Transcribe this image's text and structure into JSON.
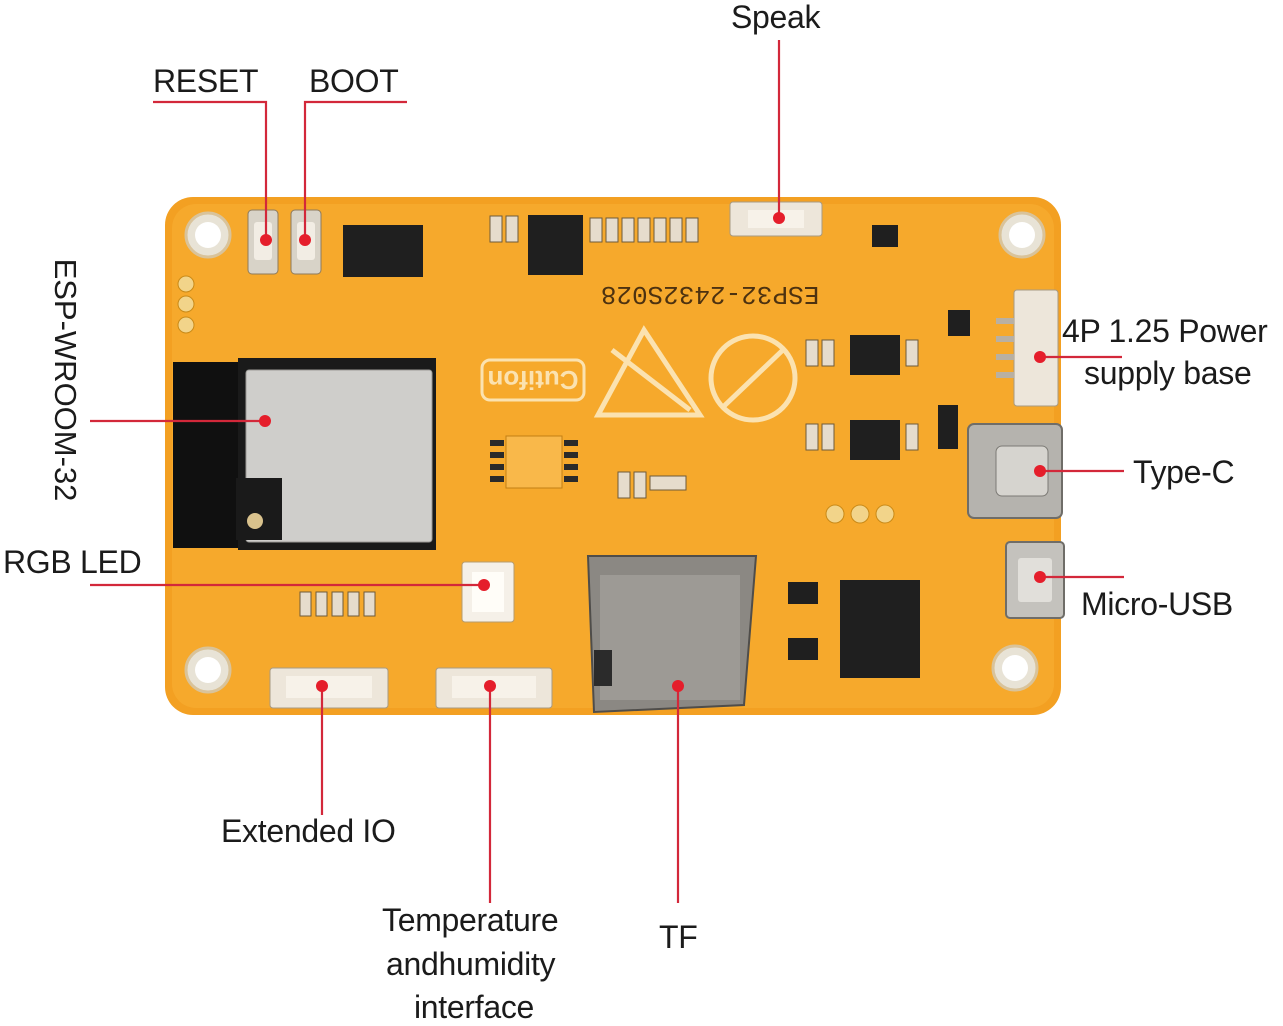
{
  "board": {
    "silkscreen_model": "ESP32-2432S028",
    "brand_logo_text": "Cutifon"
  },
  "callouts": {
    "reset": "RESET",
    "boot": "BOOT",
    "speak": "Speak",
    "esp_module": "ESP-WROOM-32",
    "power_base_line1": "4P 1.25 Power",
    "power_base_line2": "supply base",
    "type_c": "Type-C",
    "rgb_led": "RGB LED",
    "micro_usb": "Micro-USB",
    "extended_io": "Extended IO",
    "temp_line1": "Temperature",
    "temp_line2": "andhumidity",
    "temp_line3": "interface",
    "tf": "TF"
  },
  "colors": {
    "pcb": "#f6a21f",
    "callout_line": "#d3283a",
    "marker": "#e51e2b",
    "module_shield": "#c9c9c7",
    "connector": "#ede6da"
  }
}
